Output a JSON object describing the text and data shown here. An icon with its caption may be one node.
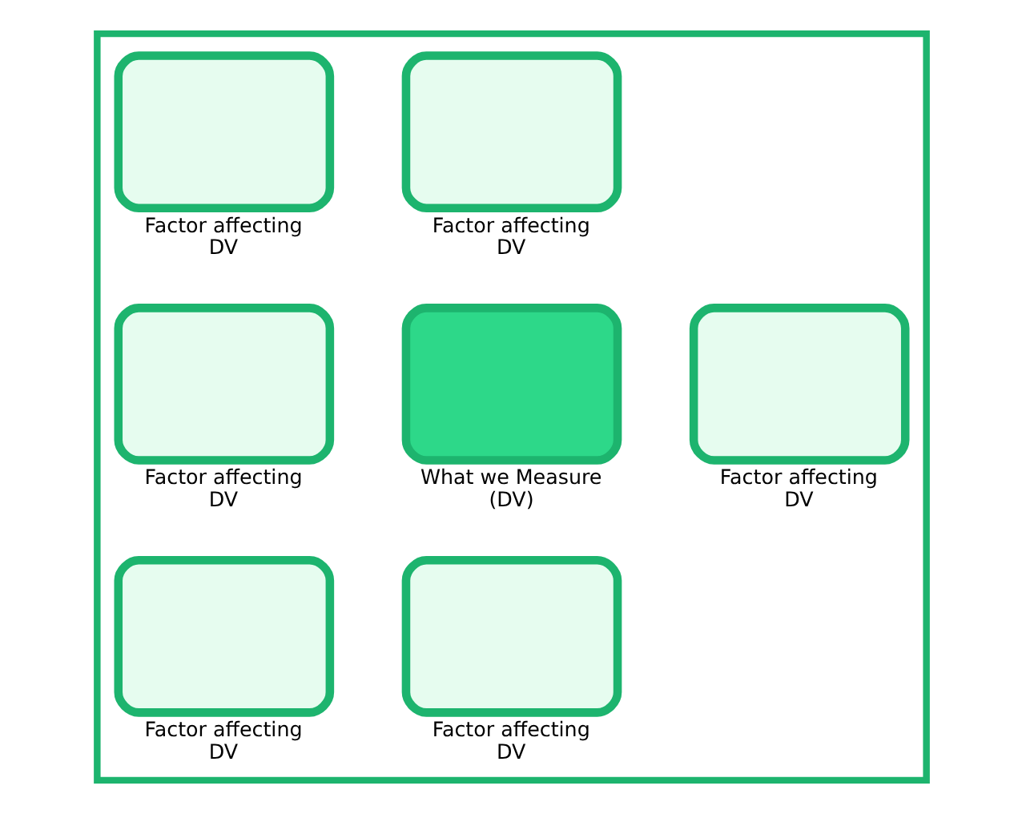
{
  "diagram": {
    "nodes": [
      {
        "text": [],
        "shape": "box"
      },
      {
        "text": [
          "Factor affecting DV"
        ],
        "in": 0
      },
      {
        "text": [
          "Factor affecting DV"
        ],
        "in": 0
      },
      {
        "text": [
          "Factor affecting DV"
        ],
        "in": 0
      },
      {
        "text": [
          "What we Measure (DV)"
        ],
        "in": 0
      },
      {
        "text": [
          "Factor affecting DV"
        ],
        "in": 0
      },
      {
        "text": [
          "Factor affecting DV"
        ],
        "in": 0
      },
      {
        "text": [
          "Factor affecting DV"
        ],
        "in": 0
      }
    ]
  }
}
